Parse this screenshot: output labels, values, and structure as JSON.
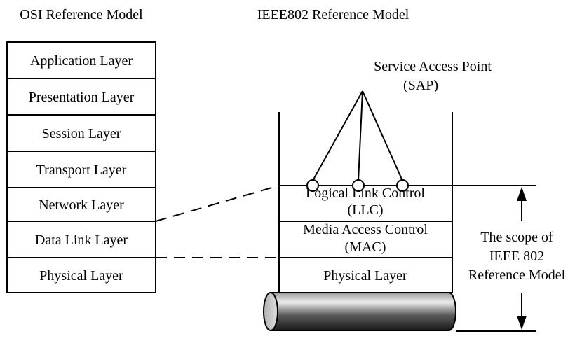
{
  "osi": {
    "title": "OSI Reference Model",
    "layers": [
      "Application Layer",
      "Presentation Layer",
      "Session Layer",
      "Transport Layer",
      "Network Layer",
      "Data Link Layer",
      "Physical Layer"
    ]
  },
  "ieee": {
    "title": "IEEE802 Reference Model",
    "sap_label": [
      "Service Access Point",
      "(SAP)"
    ],
    "llc_label": [
      "Logical Link Control",
      "(LLC)"
    ],
    "mac_label": [
      "Media Access Control",
      "(MAC)"
    ],
    "physical_label": "Physical Layer",
    "scope_label": [
      "The scope of",
      "IEEE 802",
      "Reference Model"
    ]
  }
}
